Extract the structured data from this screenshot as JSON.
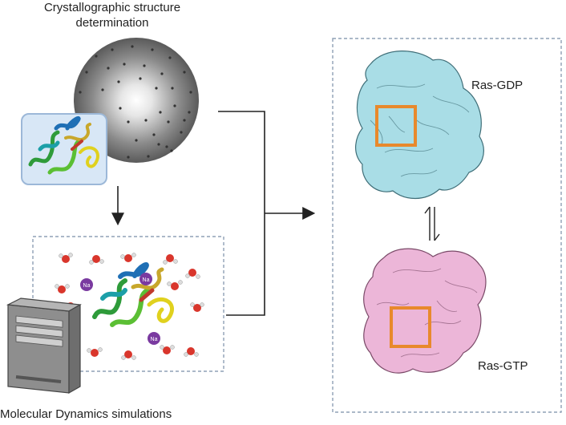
{
  "top": {
    "title_line1": "Crystallographic structure",
    "title_line2": "determination"
  },
  "bottom": {
    "title": "Molecular Dynamics simulations"
  },
  "right_panel": {
    "state_a": "Ras-GDP",
    "state_b": "Ras-GTP"
  },
  "md_box": {
    "ion_label": "Na"
  },
  "colors": {
    "gdp_surface": "#a9dde6",
    "gtp_surface": "#ecb6d8",
    "pocket_box": "#e8892c",
    "sodium": "#7a3aa0",
    "water_oxygen": "#d9362c",
    "dashed_border": "#8fa0b5"
  }
}
